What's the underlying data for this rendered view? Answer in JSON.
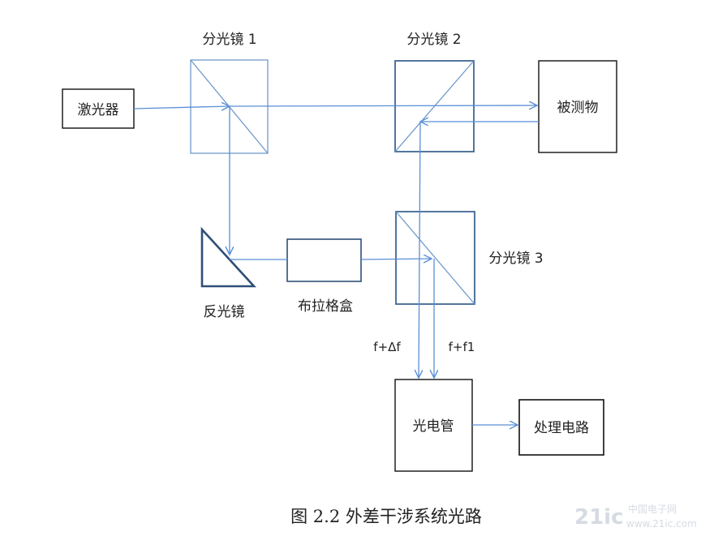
{
  "labels": {
    "laser": "激光器",
    "splitter1": "分光镜 1",
    "splitter2": "分光镜 2",
    "splitter3": "分光镜 3",
    "target": "被测物",
    "mirror": "反光镜",
    "bragg_cell": "布拉格盒",
    "freq_left": "f+Δf",
    "freq_right": "f+f1",
    "photodetector": "光电管",
    "processing_circuit": "处理电路"
  },
  "caption": "图 2.2 外差干涉系统光路",
  "watermark": {
    "logo_text": "21ic",
    "site_name": "中国电子网",
    "url": "www.21ic.com"
  },
  "colors": {
    "beam": "#5a8fd6",
    "splitter_box": "#6f99cc",
    "splitter_box_dark": "#3f6794",
    "box": "#111111"
  }
}
